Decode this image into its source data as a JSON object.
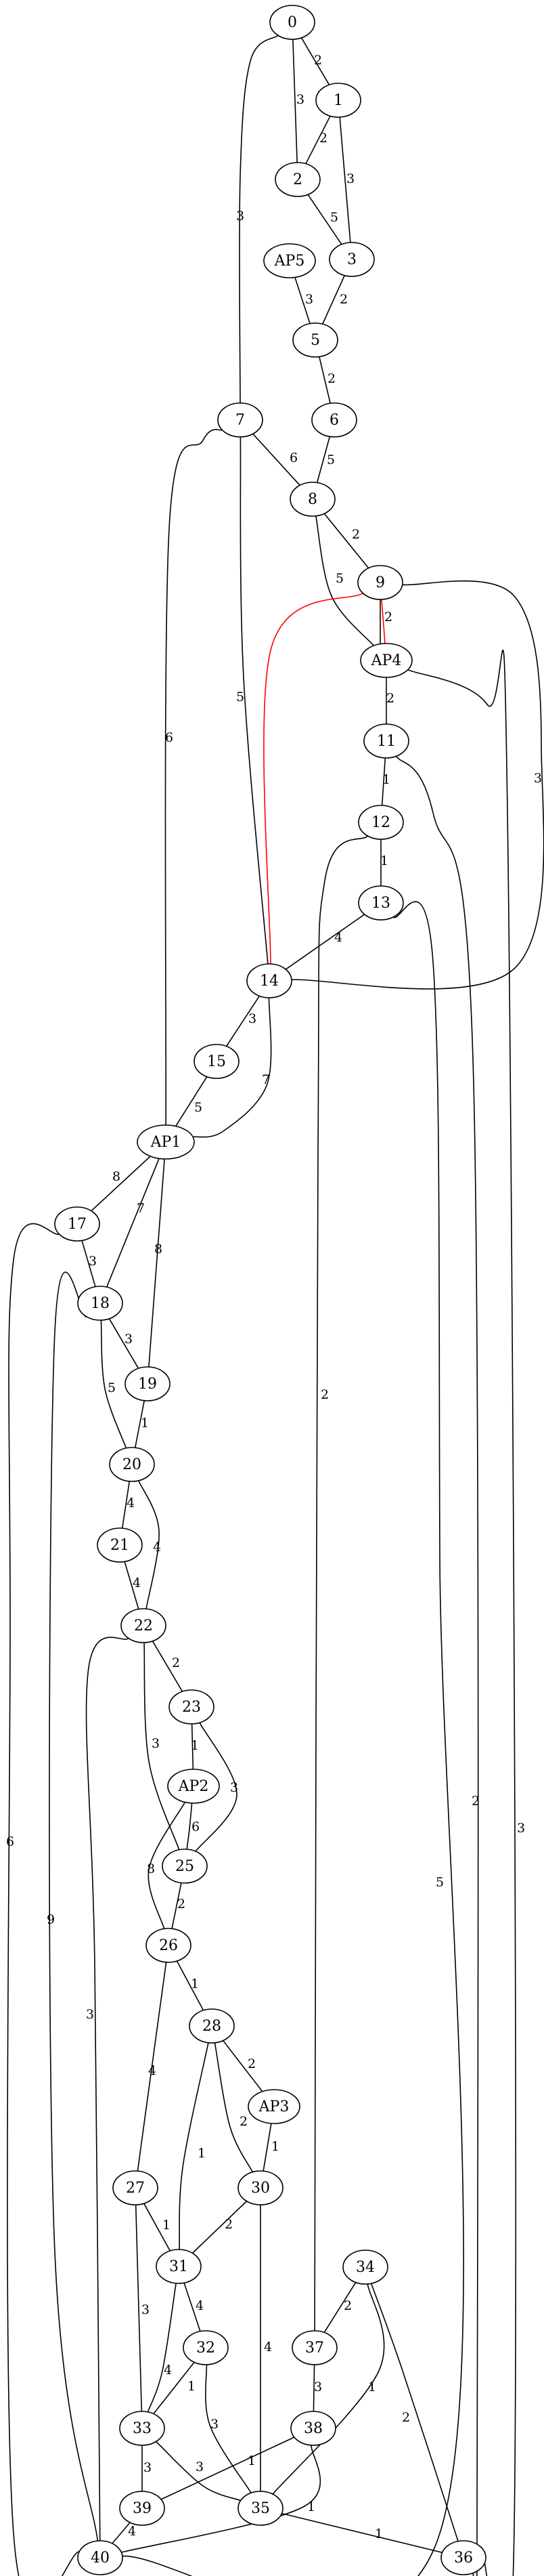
{
  "graph": {
    "highlight_color": "#ff0000",
    "nodes": [
      {
        "id": "0",
        "label": "0"
      },
      {
        "id": "1",
        "label": "1"
      },
      {
        "id": "2",
        "label": "2"
      },
      {
        "id": "3",
        "label": "3"
      },
      {
        "id": "AP5",
        "label": "AP5"
      },
      {
        "id": "5",
        "label": "5"
      },
      {
        "id": "6",
        "label": "6"
      },
      {
        "id": "7",
        "label": "7"
      },
      {
        "id": "8",
        "label": "8"
      },
      {
        "id": "9",
        "label": "9"
      },
      {
        "id": "AP4",
        "label": "AP4"
      },
      {
        "id": "11",
        "label": "11"
      },
      {
        "id": "12",
        "label": "12"
      },
      {
        "id": "13",
        "label": "13"
      },
      {
        "id": "14",
        "label": "14"
      },
      {
        "id": "15",
        "label": "15"
      },
      {
        "id": "AP1",
        "label": "AP1"
      },
      {
        "id": "17",
        "label": "17"
      },
      {
        "id": "18",
        "label": "18"
      },
      {
        "id": "19",
        "label": "19"
      },
      {
        "id": "20",
        "label": "20"
      },
      {
        "id": "21",
        "label": "21"
      },
      {
        "id": "22",
        "label": "22"
      },
      {
        "id": "23",
        "label": "23"
      },
      {
        "id": "AP2",
        "label": "AP2"
      },
      {
        "id": "25",
        "label": "25"
      },
      {
        "id": "26",
        "label": "26"
      },
      {
        "id": "28",
        "label": "28"
      },
      {
        "id": "AP3",
        "label": "AP3"
      },
      {
        "id": "27",
        "label": "27"
      },
      {
        "id": "30",
        "label": "30"
      },
      {
        "id": "31",
        "label": "31"
      },
      {
        "id": "34",
        "label": "34"
      },
      {
        "id": "32",
        "label": "32"
      },
      {
        "id": "37",
        "label": "37"
      },
      {
        "id": "33",
        "label": "33"
      },
      {
        "id": "38",
        "label": "38"
      },
      {
        "id": "39",
        "label": "39"
      },
      {
        "id": "35",
        "label": "35"
      },
      {
        "id": "40",
        "label": "40"
      },
      {
        "id": "36",
        "label": "36"
      }
    ],
    "edges": [
      {
        "from": "0",
        "to": "1",
        "weight": "2"
      },
      {
        "from": "0",
        "to": "2",
        "weight": "3"
      },
      {
        "from": "0",
        "to": "7",
        "weight": "3"
      },
      {
        "from": "1",
        "to": "2",
        "weight": "2"
      },
      {
        "from": "1",
        "to": "3",
        "weight": "3"
      },
      {
        "from": "2",
        "to": "3",
        "weight": "5"
      },
      {
        "from": "AP5",
        "to": "5",
        "weight": "3"
      },
      {
        "from": "3",
        "to": "5",
        "weight": "2"
      },
      {
        "from": "5",
        "to": "6",
        "weight": "2"
      },
      {
        "from": "6",
        "to": "8",
        "weight": "5"
      },
      {
        "from": "7",
        "to": "8",
        "weight": "6"
      },
      {
        "from": "7",
        "to": "14",
        "weight": "5"
      },
      {
        "from": "7",
        "to": "AP1",
        "weight": "6"
      },
      {
        "from": "8",
        "to": "9",
        "weight": "2"
      },
      {
        "from": "8",
        "to": "AP4",
        "weight": "5"
      },
      {
        "from": "9",
        "to": "AP4",
        "weight": "2",
        "highlight": true
      },
      {
        "from": "9",
        "to": "AP4",
        "weight": "",
        "highlight": false
      },
      {
        "from": "9",
        "to": "14",
        "weight": "",
        "highlight": true
      },
      {
        "from": "9",
        "to": "14",
        "weight": "3"
      },
      {
        "from": "AP4",
        "to": "11",
        "weight": "2"
      },
      {
        "from": "AP4",
        "to": "36",
        "weight": "3"
      },
      {
        "from": "11",
        "to": "12",
        "weight": "1"
      },
      {
        "from": "11",
        "to": "36",
        "weight": "2"
      },
      {
        "from": "12",
        "to": "13",
        "weight": "1"
      },
      {
        "from": "12",
        "to": "37",
        "weight": "2"
      },
      {
        "from": "13",
        "to": "14",
        "weight": "4"
      },
      {
        "from": "13",
        "to": "40",
        "weight": "5"
      },
      {
        "from": "14",
        "to": "15",
        "weight": "3"
      },
      {
        "from": "14",
        "to": "AP1",
        "weight": "7"
      },
      {
        "from": "15",
        "to": "AP1",
        "weight": "5"
      },
      {
        "from": "AP1",
        "to": "17",
        "weight": "8"
      },
      {
        "from": "AP1",
        "to": "18",
        "weight": "7"
      },
      {
        "from": "AP1",
        "to": "19",
        "weight": "8"
      },
      {
        "from": "17",
        "to": "18",
        "weight": "3"
      },
      {
        "from": "17",
        "to": "40",
        "weight": "6"
      },
      {
        "from": "18",
        "to": "19",
        "weight": "3"
      },
      {
        "from": "18",
        "to": "20",
        "weight": "5"
      },
      {
        "from": "18",
        "to": "40",
        "weight": "9"
      },
      {
        "from": "19",
        "to": "20",
        "weight": "1"
      },
      {
        "from": "20",
        "to": "21",
        "weight": "4"
      },
      {
        "from": "20",
        "to": "22",
        "weight": "4"
      },
      {
        "from": "21",
        "to": "22",
        "weight": "4"
      },
      {
        "from": "22",
        "to": "23",
        "weight": "2"
      },
      {
        "from": "22",
        "to": "25",
        "weight": "3"
      },
      {
        "from": "22",
        "to": "40",
        "weight": "3"
      },
      {
        "from": "23",
        "to": "AP2",
        "weight": "1"
      },
      {
        "from": "23",
        "to": "25",
        "weight": "3"
      },
      {
        "from": "AP2",
        "to": "25",
        "weight": "6"
      },
      {
        "from": "AP2",
        "to": "26",
        "weight": "8"
      },
      {
        "from": "25",
        "to": "26",
        "weight": "2"
      },
      {
        "from": "26",
        "to": "28",
        "weight": "1"
      },
      {
        "from": "26",
        "to": "27",
        "weight": "4"
      },
      {
        "from": "28",
        "to": "AP3",
        "weight": "2"
      },
      {
        "from": "28",
        "to": "30",
        "weight": "2"
      },
      {
        "from": "28",
        "to": "31",
        "weight": "1"
      },
      {
        "from": "AP3",
        "to": "30",
        "weight": "1"
      },
      {
        "from": "27",
        "to": "31",
        "weight": "1"
      },
      {
        "from": "27",
        "to": "33",
        "weight": "3"
      },
      {
        "from": "30",
        "to": "31",
        "weight": "2"
      },
      {
        "from": "30",
        "to": "35",
        "weight": "4"
      },
      {
        "from": "31",
        "to": "32",
        "weight": "4"
      },
      {
        "from": "31",
        "to": "33",
        "weight": "4"
      },
      {
        "from": "34",
        "to": "37",
        "weight": "2"
      },
      {
        "from": "34",
        "to": "35",
        "weight": "1"
      },
      {
        "from": "34",
        "to": "36",
        "weight": "2"
      },
      {
        "from": "32",
        "to": "33",
        "weight": "1"
      },
      {
        "from": "32",
        "to": "35",
        "weight": "3"
      },
      {
        "from": "37",
        "to": "38",
        "weight": "3"
      },
      {
        "from": "33",
        "to": "39",
        "weight": "3"
      },
      {
        "from": "33",
        "to": "35",
        "weight": "3"
      },
      {
        "from": "38",
        "to": "39",
        "weight": "1"
      },
      {
        "from": "38",
        "to": "40",
        "weight": "1"
      },
      {
        "from": "39",
        "to": "40",
        "weight": "4"
      },
      {
        "from": "35",
        "to": "36",
        "weight": "1"
      }
    ]
  }
}
